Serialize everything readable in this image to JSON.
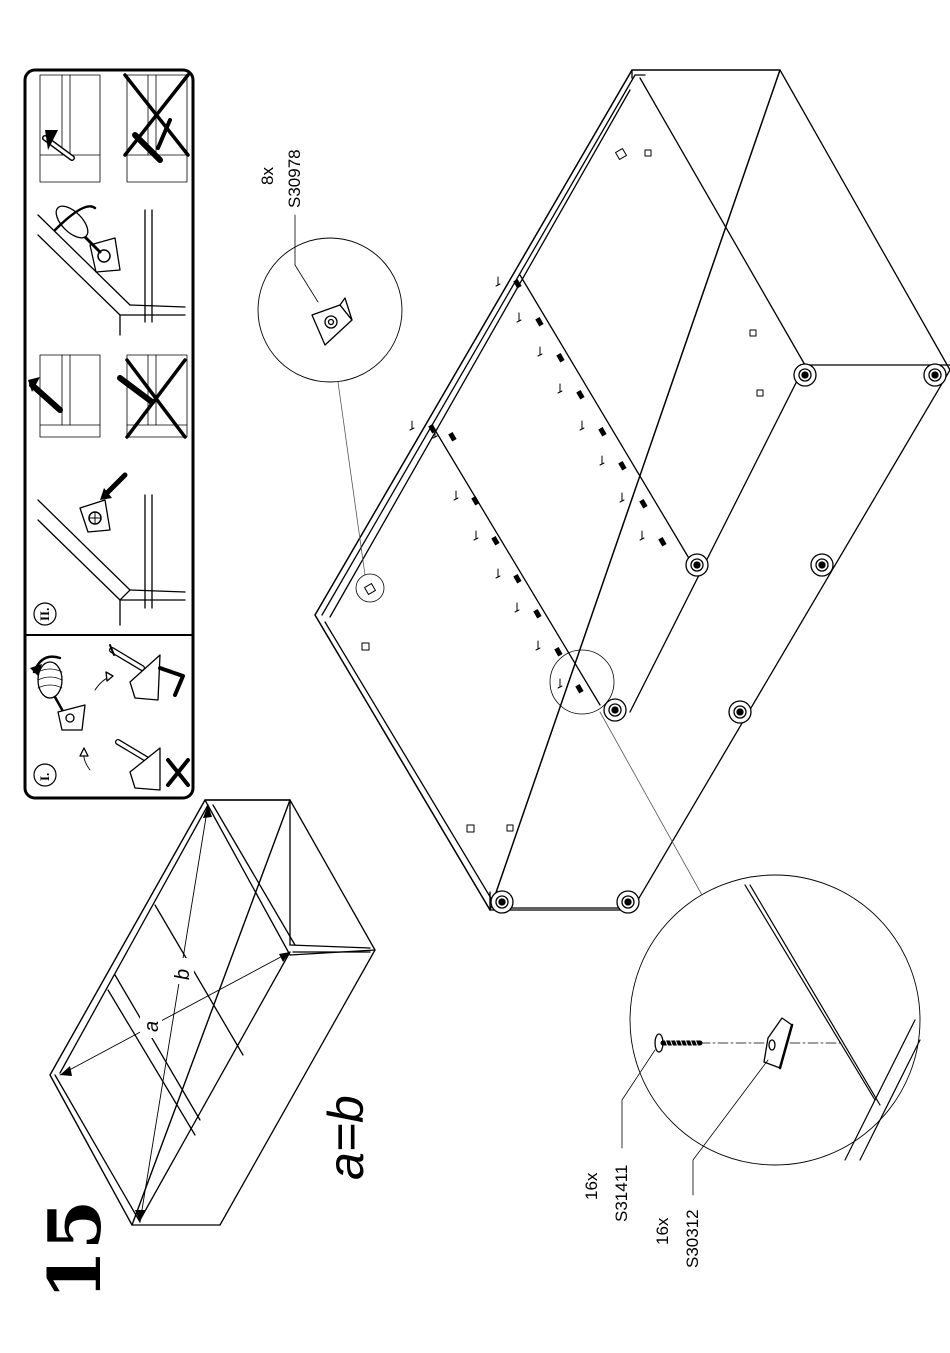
{
  "step": {
    "number": "15"
  },
  "check": {
    "equation": "a=b",
    "diag_a": "a",
    "diag_b": "b"
  },
  "panel": {
    "label_i": "I.",
    "label_ii": "II."
  },
  "parts": [
    {
      "qty": "8x",
      "code": "S30978"
    },
    {
      "qty": "16x",
      "code": "S31411"
    },
    {
      "qty": "16x",
      "code": "S30312"
    }
  ],
  "colors": {
    "ink": "#000000",
    "paper": "#ffffff",
    "connector": "#555555"
  },
  "icons": [
    "screwdriver-icon",
    "screw-icon",
    "corner-bracket-icon",
    "wrong-cross-icon",
    "correct-check-icon",
    "arrow-icon"
  ]
}
